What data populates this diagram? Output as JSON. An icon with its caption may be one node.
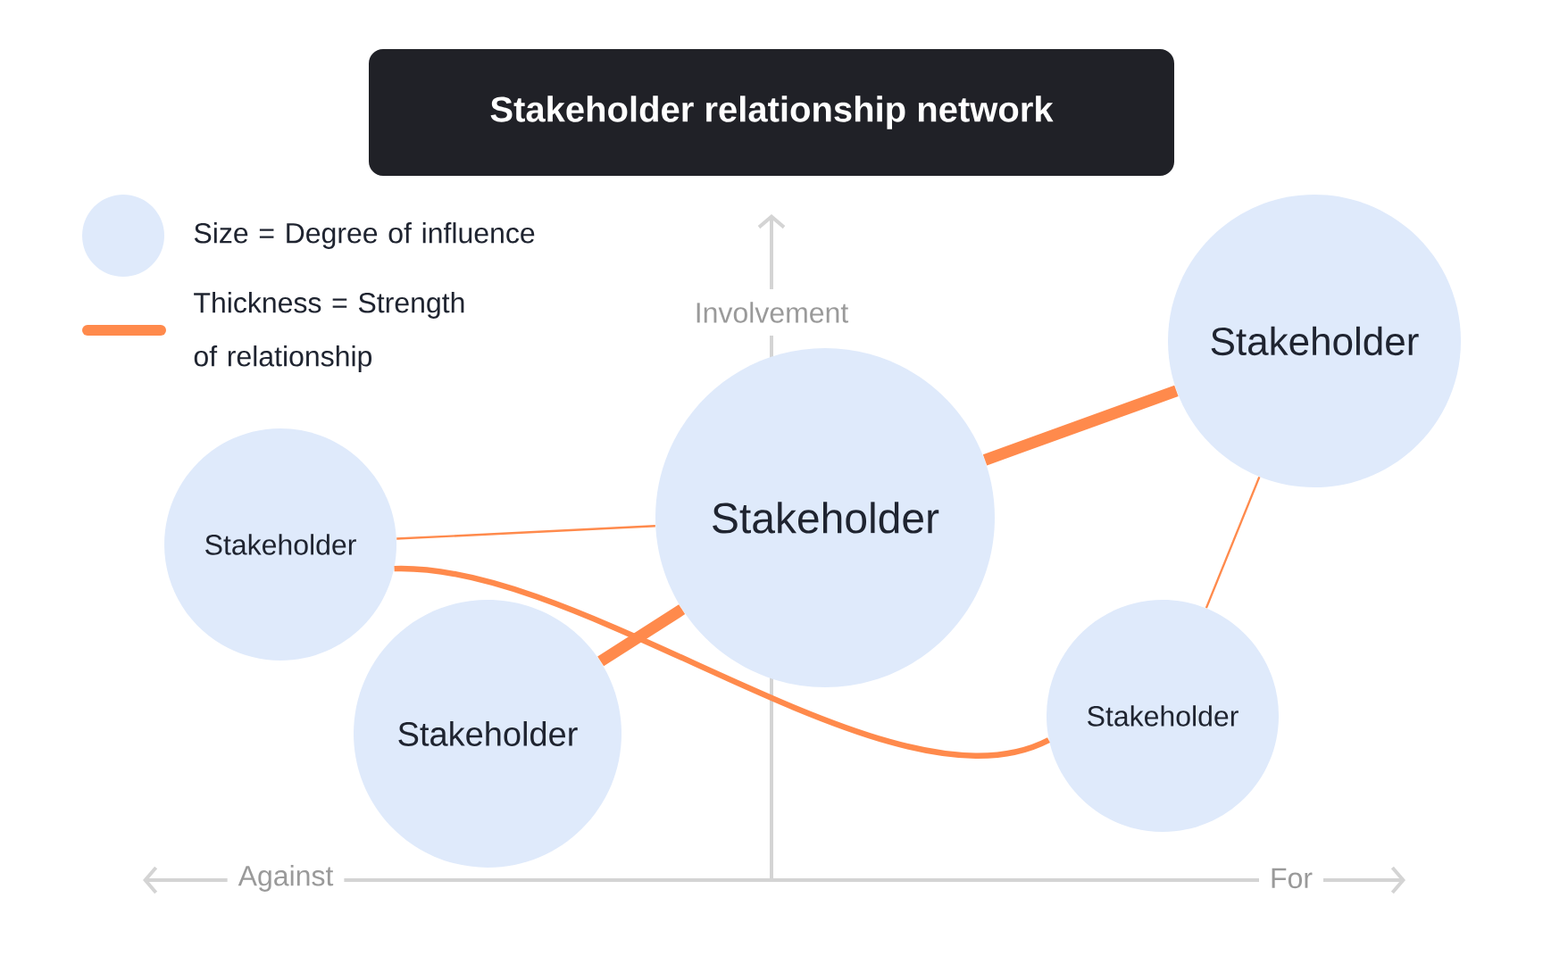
{
  "diagram": {
    "title": "Stakeholder relationship network",
    "nodes": [
      {
        "text": [
          "Stakeholder"
        ]
      },
      {
        "text": [
          "Stakeholder"
        ]
      },
      {
        "text": [
          "Stakeholder"
        ]
      },
      {
        "text": [
          "Stakeholder"
        ]
      },
      {
        "text": [
          "Stakeholder"
        ]
      }
    ],
    "edges": [
      {
        "from": 2,
        "to": 0,
        "arrow": "none"
      },
      {
        "from": 0,
        "to": 1,
        "arrow": "none",
        "style": "thick"
      },
      {
        "from": 3,
        "to": 0,
        "arrow": "none",
        "style": "thick"
      },
      {
        "from": 2,
        "to": 4,
        "arrow": "none"
      },
      {
        "from": 1,
        "to": 4,
        "arrow": "none"
      }
    ],
    "labels": [
      "Involvement",
      "Against",
      "For"
    ],
    "legend": [
      {
        "text": "Size = Degree of influence",
        "color": "#dfeafb"
      },
      {
        "text": "Thickness = Strength of relationship"
      }
    ]
  }
}
